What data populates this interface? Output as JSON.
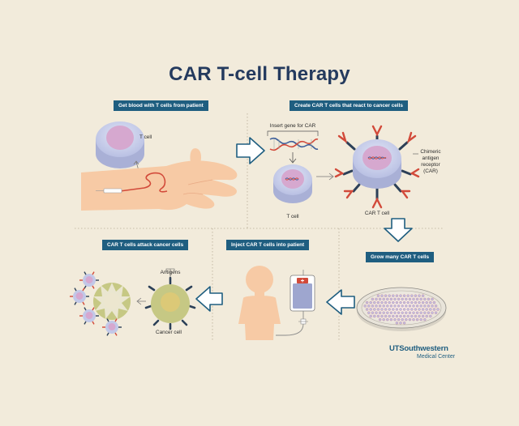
{
  "title": "CAR T-cell Therapy",
  "steps": {
    "get_blood": "Get blood with T cells from patient",
    "create_car": "Create CAR T cells that react to cancer cells",
    "grow": "Grow many CAR T cells",
    "inject": "Inject CAR T cells into patient",
    "attack": "CAR T cells attack cancer cells"
  },
  "labels": {
    "t_cell_1": "T cell",
    "insert_gene": "Insert gene for CAR",
    "t_cell_2": "T cell",
    "car_t_cell": "CAR T cell",
    "chimeric": [
      "Chimeric",
      "antigen",
      "receptor",
      "(CAR)"
    ],
    "antigens": "Antigens",
    "cancer_cell": "Cancer cell"
  },
  "brand": {
    "name": "UTSouthwestern",
    "sub": "Medical Center"
  },
  "colors": {
    "background": "#f2ebdb",
    "title": "#243a5e",
    "banner": "#1f5e80",
    "skin": "#f7caa5",
    "t_cell_body": "#cfd5ee",
    "t_cell_nucleus": "#d6a8cf",
    "receptor_red": "#d24a3a",
    "arrow_blue": "#1f5e80",
    "cancer_cell": "#c6c884"
  }
}
